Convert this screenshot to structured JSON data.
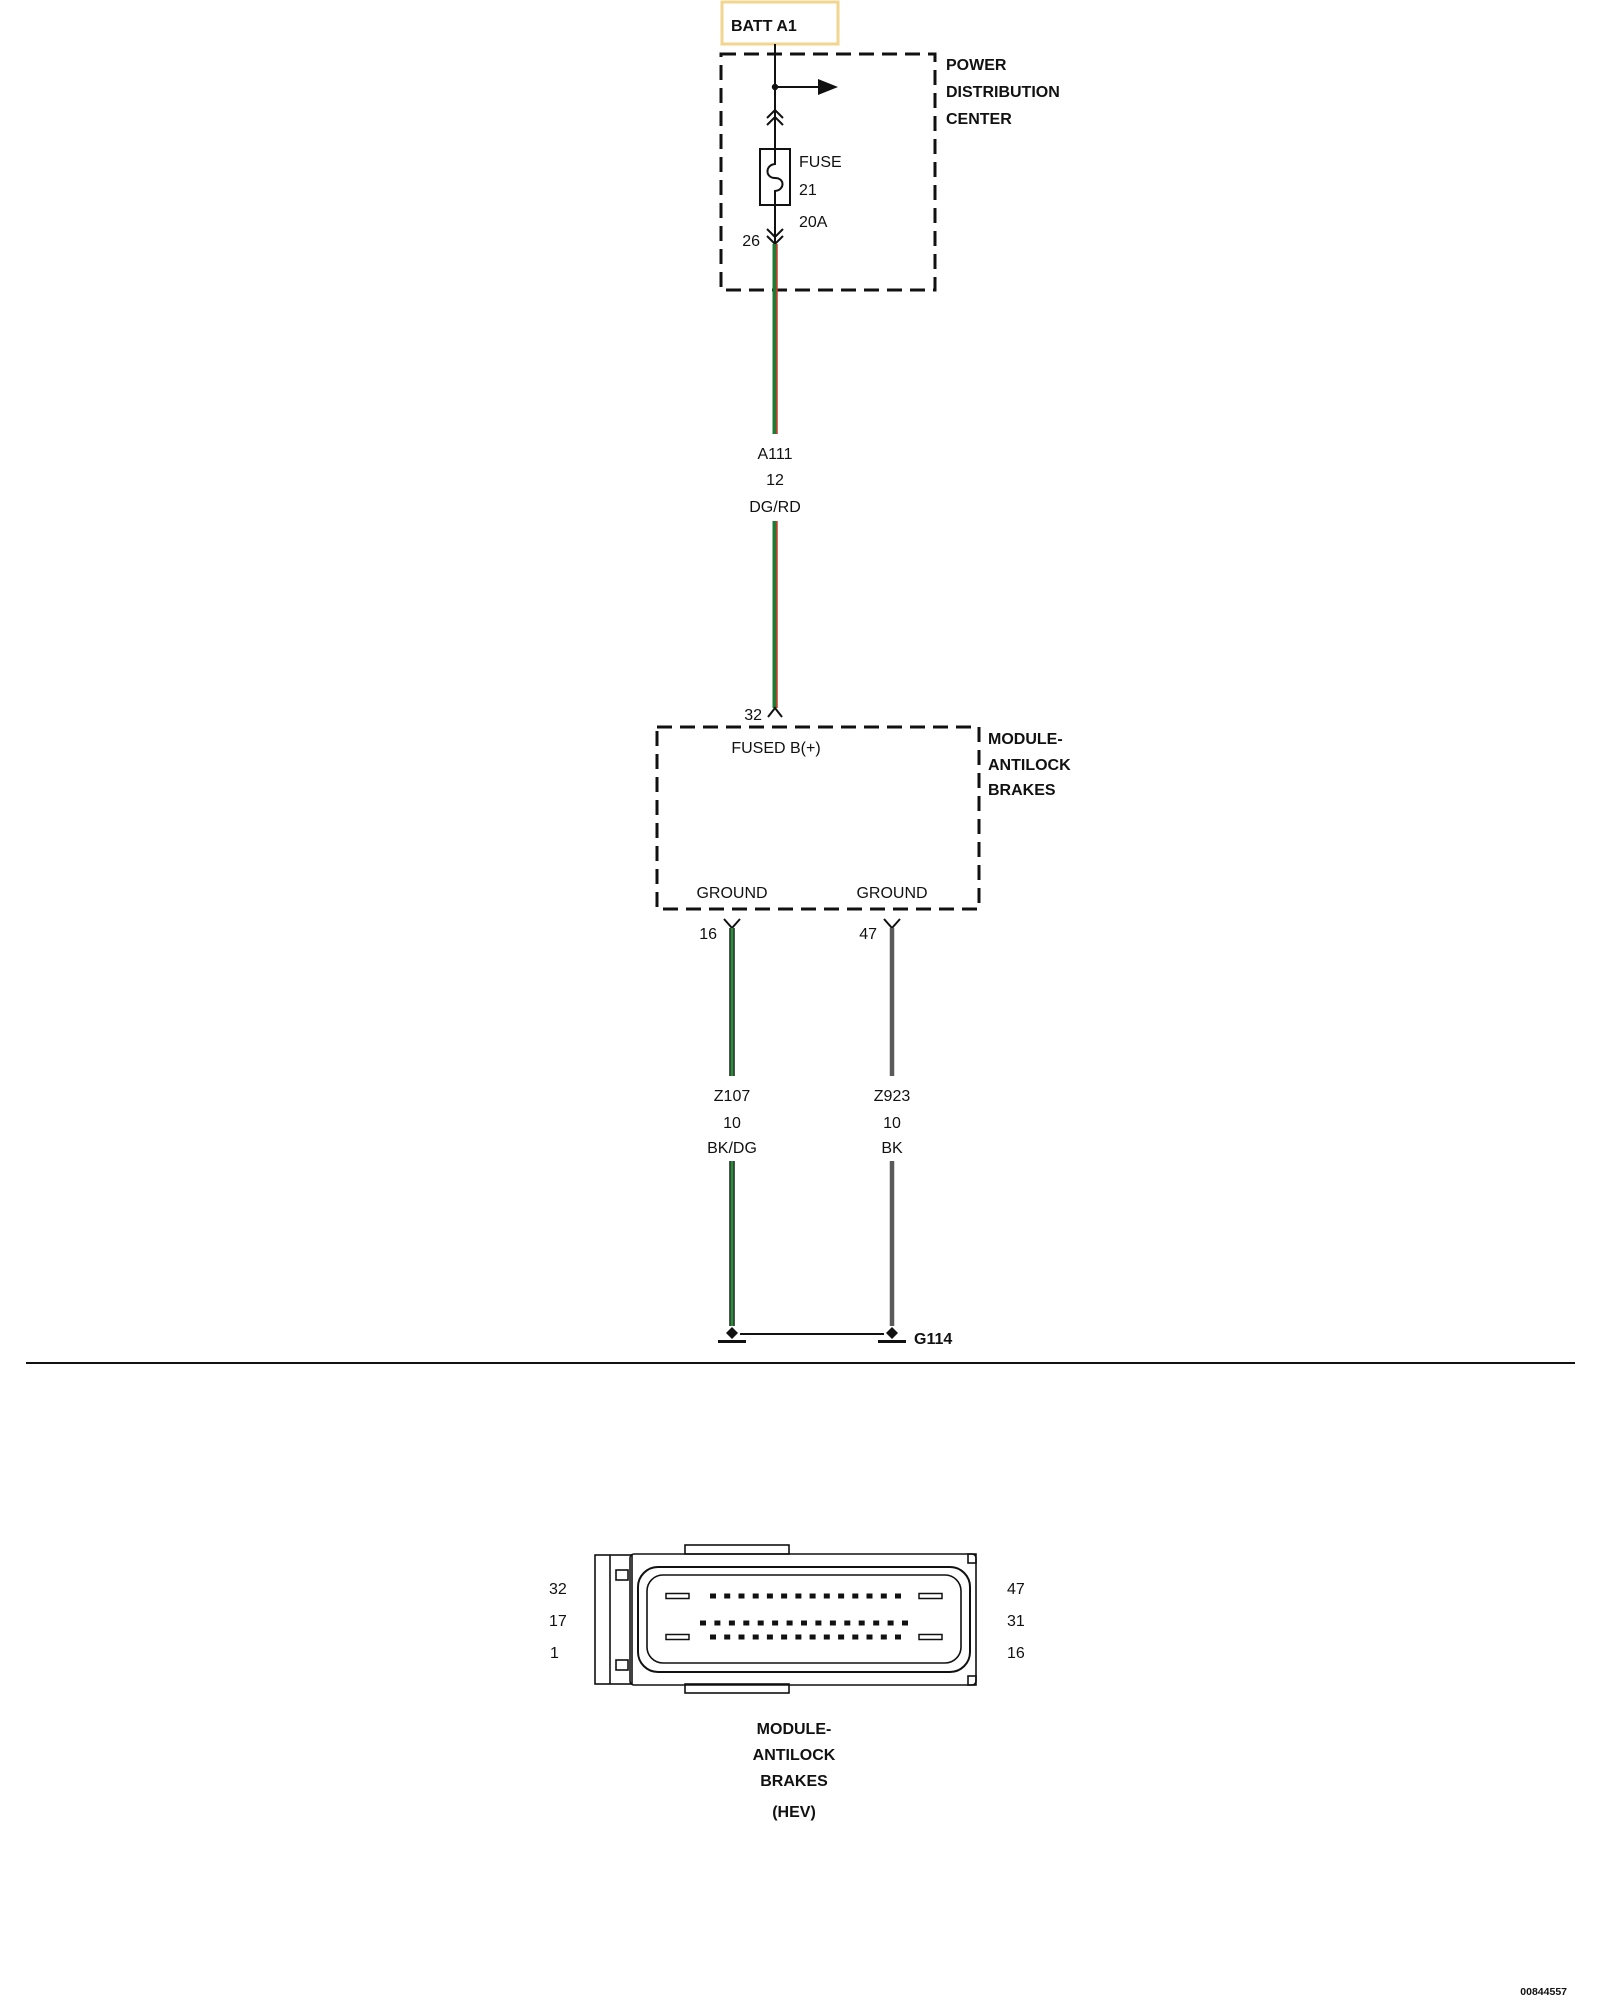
{
  "power_source": {
    "label": "BATT A1"
  },
  "power_distribution_center": {
    "name": [
      "POWER",
      "DISTRIBUTION",
      "CENTER"
    ],
    "fuse": {
      "label": "FUSE",
      "number": "21",
      "rating": "20A"
    },
    "cavity": "26"
  },
  "wires": {
    "a111": {
      "circuit": "A111",
      "gauge": "12",
      "color_code": "DG/RD",
      "base_color": "#1f7a34",
      "stripe_color": "#d23a2a"
    },
    "z107": {
      "circuit": "Z107",
      "gauge": "10",
      "color_code": "BK/DG",
      "base_color": "#1a1a1a",
      "stripe_color": "#2e8b3e"
    },
    "z923": {
      "circuit": "Z923",
      "gauge": "10",
      "color_code": "BK",
      "base_color": "#5a5a5a"
    }
  },
  "abs_module": {
    "name": [
      "MODULE-",
      "ANTILOCK",
      "BRAKES"
    ],
    "pins": [
      {
        "number": "32",
        "function": "FUSED B(+)"
      },
      {
        "number": "16",
        "function": "GROUND"
      },
      {
        "number": "47",
        "function": "GROUND"
      }
    ]
  },
  "ground": {
    "label": "G114"
  },
  "connector_view": {
    "left_pin_numbers": [
      "32",
      "17",
      "1"
    ],
    "right_pin_numbers": [
      "47",
      "31",
      "16"
    ],
    "caption": [
      "MODULE-",
      "ANTILOCK",
      "BRAKES",
      "(HEV)"
    ]
  },
  "footer": {
    "figure_number": "00844557"
  },
  "colors": {
    "source_box_border": "#f2d58e"
  }
}
